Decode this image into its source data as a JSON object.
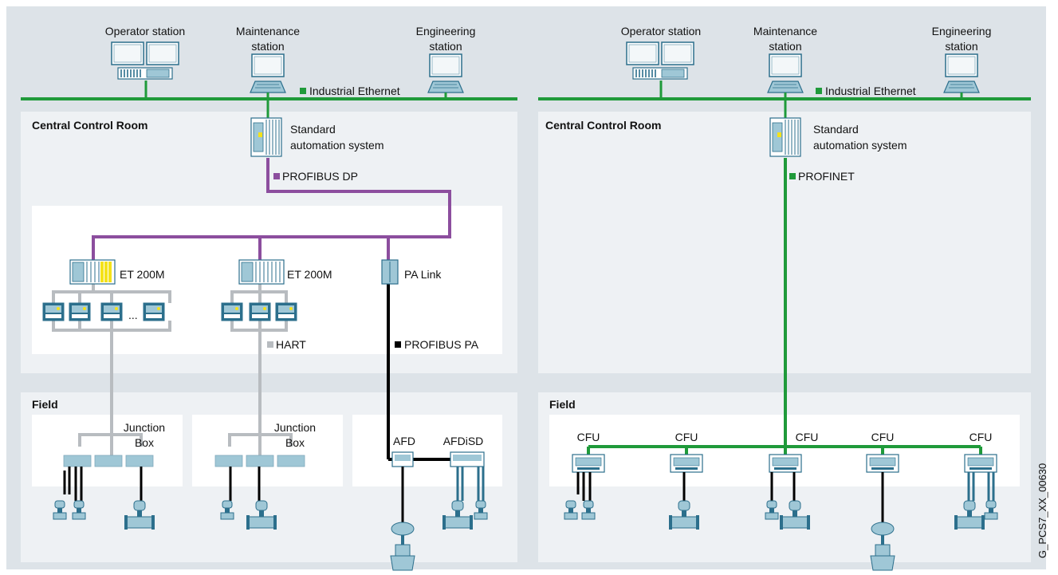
{
  "colors": {
    "background": "#dde3e8",
    "panel": "#eef1f4",
    "white_box": "#ffffff",
    "industrial_ethernet": "#1f9a3a",
    "profibus_dp": "#8c4e9e",
    "profibus_pa": "#000000",
    "hart": "#b8bcc0",
    "device": "#9fc7d6",
    "device_dark": "#2c6f8c",
    "highlight": "#f4e21a"
  },
  "left": {
    "operator_station": "Operator station",
    "maintenance_station": [
      "Maintenance",
      "station"
    ],
    "engineering_station": [
      "Engineering",
      "station"
    ],
    "ethernet_label": "Industrial Ethernet",
    "control_room": "Central Control Room",
    "automation_system": [
      "Standard",
      "automation system"
    ],
    "bus_label": "PROFIBUS DP",
    "et200m_1": "ET 200M",
    "et200m_2": "ET 200M",
    "pa_link": "PA Link",
    "ellipsis": "...",
    "hart_label": "HART",
    "profibus_pa_label": "PROFIBUS PA",
    "field": "Field",
    "junction_box_1": [
      "Junction",
      "Box"
    ],
    "junction_box_2": [
      "Junction",
      "Box"
    ],
    "afd": "AFD",
    "afdisd": "AFDiSD"
  },
  "right": {
    "operator_station": "Operator station",
    "maintenance_station": [
      "Maintenance",
      "station"
    ],
    "engineering_station": [
      "Engineering",
      "station"
    ],
    "ethernet_label": "Industrial Ethernet",
    "control_room": "Central Control Room",
    "automation_system": [
      "Standard",
      "automation system"
    ],
    "bus_label": "PROFINET",
    "field": "Field",
    "cfu_labels": [
      "CFU",
      "CFU",
      "CFU",
      "CFU",
      "CFU"
    ]
  },
  "figure_id": "G_PCS7_XX_00630"
}
